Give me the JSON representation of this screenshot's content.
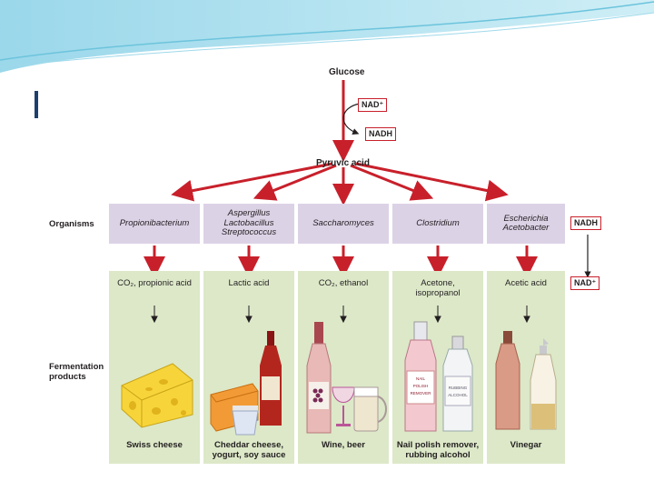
{
  "diagram": {
    "glucose": "Glucose",
    "nad_plus": "NAD⁺",
    "nadh": "NADH",
    "pyruvic_acid": "Pyruvic acid",
    "organisms_label": "Organisms",
    "fermentation_label": "Fermentation products",
    "side_nadh": "NADH",
    "side_nad_plus": "NAD⁺",
    "columns": [
      {
        "organisms": "Propionibacterium",
        "product_top": "CO₂, propionic acid",
        "product_bottom": "Swiss cheese",
        "image": "swiss-cheese-icon"
      },
      {
        "organisms": "Aspergillus Lactobacillus Streptococcus",
        "product_top": "Lactic acid",
        "product_bottom": "Cheddar cheese, yogurt, soy sauce",
        "image": "cheddar-yogurt-soysauce-icon"
      },
      {
        "organisms": "Saccharomyces",
        "product_top": "CO₂, ethanol",
        "product_bottom": "Wine, beer",
        "image": "wine-beer-icon"
      },
      {
        "organisms": "Clostridium",
        "product_top": "Acetone, isopropanol",
        "product_bottom": "Nail polish remover, rubbing alcohol",
        "image": "nail-polish-remover-alcohol-icon"
      },
      {
        "organisms": "Escherichia Acetobacter",
        "product_top": "Acetic acid",
        "product_bottom": "Vinegar",
        "image": "vinegar-icon"
      }
    ],
    "bottle_texts": {
      "nail_polish": "NAIL POLISH REMOVER",
      "rubbing_alcohol": "RUBBING ALCOHOL"
    }
  },
  "colors": {
    "arrow_red": "#c8202b",
    "organism_band": "#dcd2e6",
    "product_band": "#dce8c8",
    "header_blue": "#1c3f6e"
  }
}
